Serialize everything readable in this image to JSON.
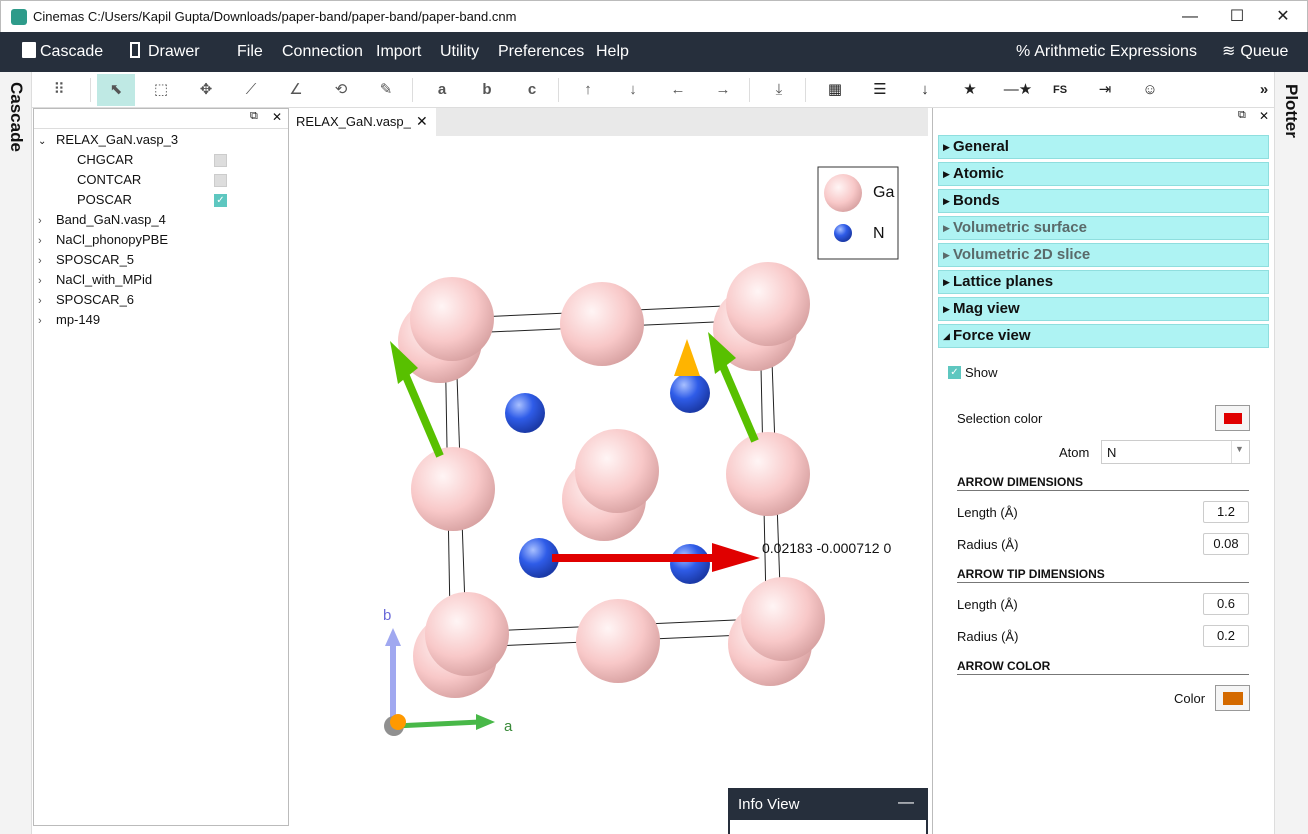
{
  "window": {
    "title": "Cinemas C:/Users/Kapil Gupta/Downloads/paper-band/paper-band/paper-band.cnm",
    "min_glyph": "—",
    "max_glyph": "☐",
    "close_glyph": "✕"
  },
  "menubar": {
    "cascade": "Cascade",
    "drawer": "Drawer",
    "items": [
      "File",
      "Connection",
      "Import",
      "Utility",
      "Preferences",
      "Help"
    ],
    "arithmetic": "Arithmetic Expressions",
    "queue": "Queue"
  },
  "side": {
    "left": "Cascade",
    "right": "Plotter"
  },
  "toolbar": {
    "a": "a",
    "b": "b",
    "c": "c",
    "fs": "FS",
    "more": "»"
  },
  "tree": {
    "root": "RELAX_GaN.vasp_3",
    "children": [
      {
        "label": "CHGCAR",
        "checked": false
      },
      {
        "label": "CONTCAR",
        "checked": false
      },
      {
        "label": "POSCAR",
        "checked": true
      }
    ],
    "items": [
      "Band_GaN.vasp_4",
      "NaCl_phonopyPBE",
      "SPOSCAR_5",
      "NaCl_with_MPid",
      "SPOSCAR_6",
      "mp-149"
    ]
  },
  "tab": {
    "label": "RELAX_GaN.vasp_",
    "close": "✕"
  },
  "viewer": {
    "legend": [
      {
        "label": "Ga"
      },
      {
        "label": "N"
      }
    ],
    "annotation": "0.02183 -0.000712 0",
    "axis_b": "b",
    "axis_a": "a"
  },
  "panel": {
    "sections": [
      {
        "label": "General",
        "dim": false
      },
      {
        "label": "Atomic",
        "dim": false
      },
      {
        "label": "Bonds",
        "dim": false
      },
      {
        "label": "Volumetric surface",
        "dim": true
      },
      {
        "label": "Volumetric 2D slice",
        "dim": true
      },
      {
        "label": "Lattice planes",
        "dim": false
      },
      {
        "label": "Mag view",
        "dim": false
      },
      {
        "label": "Force view",
        "dim": false
      }
    ],
    "show": "Show",
    "selection_color": "Selection color",
    "atom_label": "Atom",
    "atom_value": "N",
    "arrow_dimensions": "ARROW DIMENSIONS",
    "length_label": "Length (Å)",
    "length_value": "1.2",
    "radius_label": "Radius (Å)",
    "radius_value": "0.08",
    "tip_dimensions": "ARROW TIP DIMENSIONS",
    "tip_length_label": "Length (Å)",
    "tip_length_value": "0.6",
    "tip_radius_label": "Radius (Å)",
    "tip_radius_value": "0.2",
    "arrow_color": "ARROW COLOR",
    "color_label": "Color"
  },
  "info_view": {
    "title": "Info View",
    "collapse": "—"
  },
  "colors": {
    "menubar": "#262f3c",
    "accordion": "#aef3f3",
    "selection_color": "#e00000",
    "arrow_color": "#d46a00",
    "ga_atom": "#f8c8c8",
    "n_atom": "#2f5ce8"
  }
}
